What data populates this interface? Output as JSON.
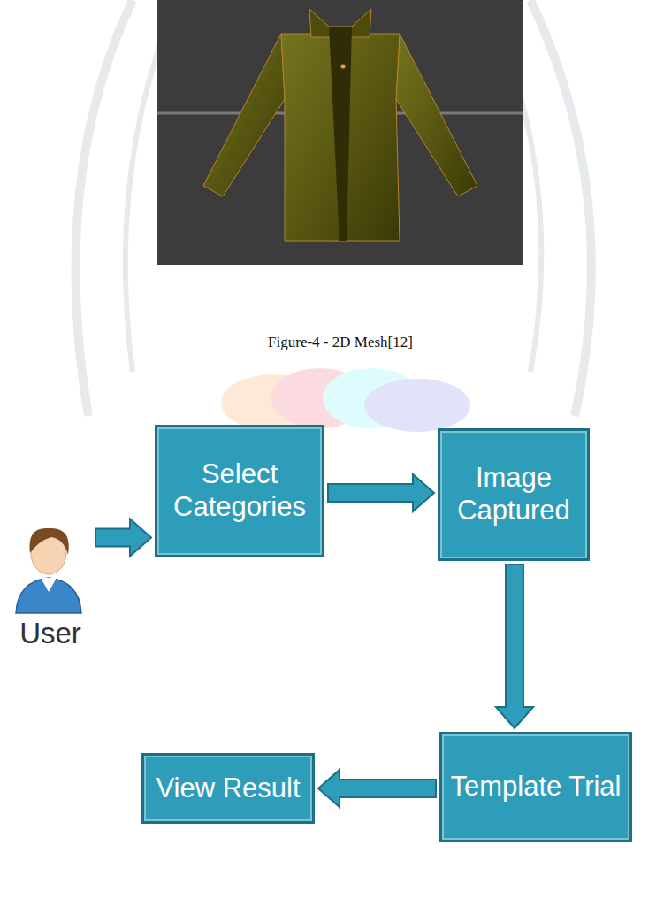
{
  "diagram": {
    "caption": "Figure-4 - 2D Mesh[12]",
    "nodes": [
      {
        "text": [
          "User"
        ]
      },
      {
        "text": [
          "Select Categories"
        ]
      },
      {
        "text": [
          "Image Captured"
        ]
      },
      {
        "text": [
          "Template Trial"
        ]
      },
      {
        "text": [
          "View Result"
        ]
      }
    ],
    "edges": [
      {
        "from": 0,
        "to": 1,
        "arrow": "to"
      },
      {
        "from": 1,
        "to": 2,
        "arrow": "to"
      },
      {
        "from": 2,
        "to": 3,
        "arrow": "to"
      },
      {
        "from": 3,
        "to": 4,
        "arrow": "to"
      }
    ]
  }
}
